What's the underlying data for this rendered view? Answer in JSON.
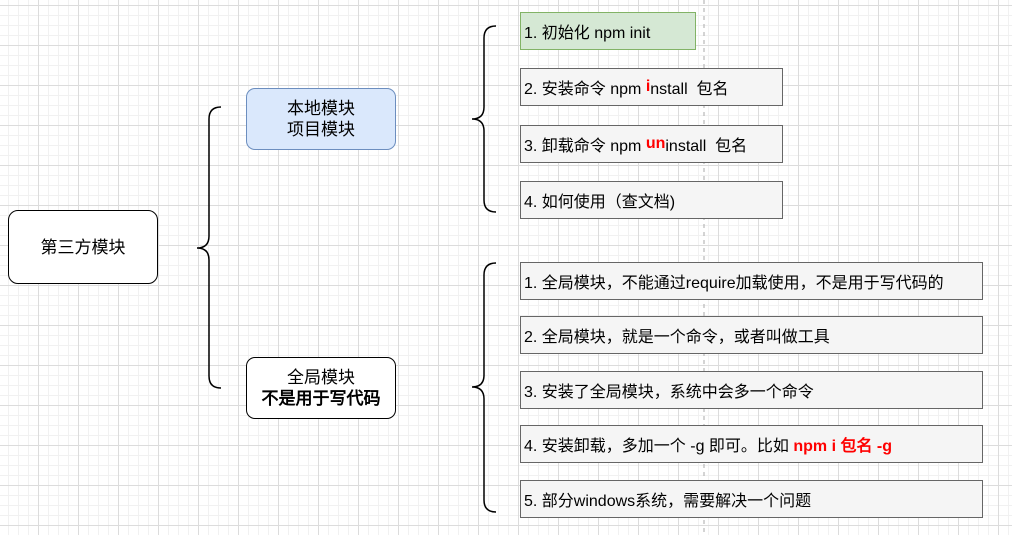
{
  "root": {
    "label": "第三方模块"
  },
  "local": {
    "line1": "本地模块",
    "line2": "项目模块",
    "items": [
      {
        "segments": [
          {
            "text": "1. 初始化 npm init",
            "red": false
          }
        ]
      },
      {
        "segments": [
          {
            "text": "2. 安装命令 npm ",
            "red": false
          },
          {
            "text": "i",
            "red": true
          },
          {
            "text": "nstall  包名",
            "red": false
          }
        ]
      },
      {
        "segments": [
          {
            "text": "3. 卸载命令 npm ",
            "red": false
          },
          {
            "text": "un",
            "red": true
          },
          {
            "text": "install  包名",
            "red": false
          }
        ]
      },
      {
        "segments": [
          {
            "text": "4. 如何使用（查文档)",
            "red": false
          }
        ]
      }
    ]
  },
  "global": {
    "line1": "全局模块",
    "line2": "不是用于写代码",
    "items": [
      {
        "segments": [
          {
            "text": "1. 全局模块，不能通过require加载使用，不是用于写代码的",
            "red": false
          }
        ]
      },
      {
        "segments": [
          {
            "text": "2. 全局模块，就是一个命令，或者叫做工具",
            "red": false
          }
        ]
      },
      {
        "segments": [
          {
            "text": "3. 安装了全局模块，系统中会多一个命令",
            "red": false
          }
        ]
      },
      {
        "segments": [
          {
            "text": "4. 安装卸载，多加一个 -g 即可。比如 ",
            "red": false
          },
          {
            "text": "npm i 包名 -g",
            "red": true
          }
        ]
      },
      {
        "segments": [
          {
            "text": "5. 部分windows系统，需要解决一个问题",
            "red": false
          }
        ]
      }
    ]
  },
  "colors": {
    "local_fill": "#dae8fc",
    "local_stroke": "#6c8ebf",
    "highlight_fill": "#d5e8d4",
    "highlight_stroke": "#82b366",
    "item_fill": "#f5f5f5",
    "item_stroke": "#666666",
    "red_text": "#ff0000"
  }
}
